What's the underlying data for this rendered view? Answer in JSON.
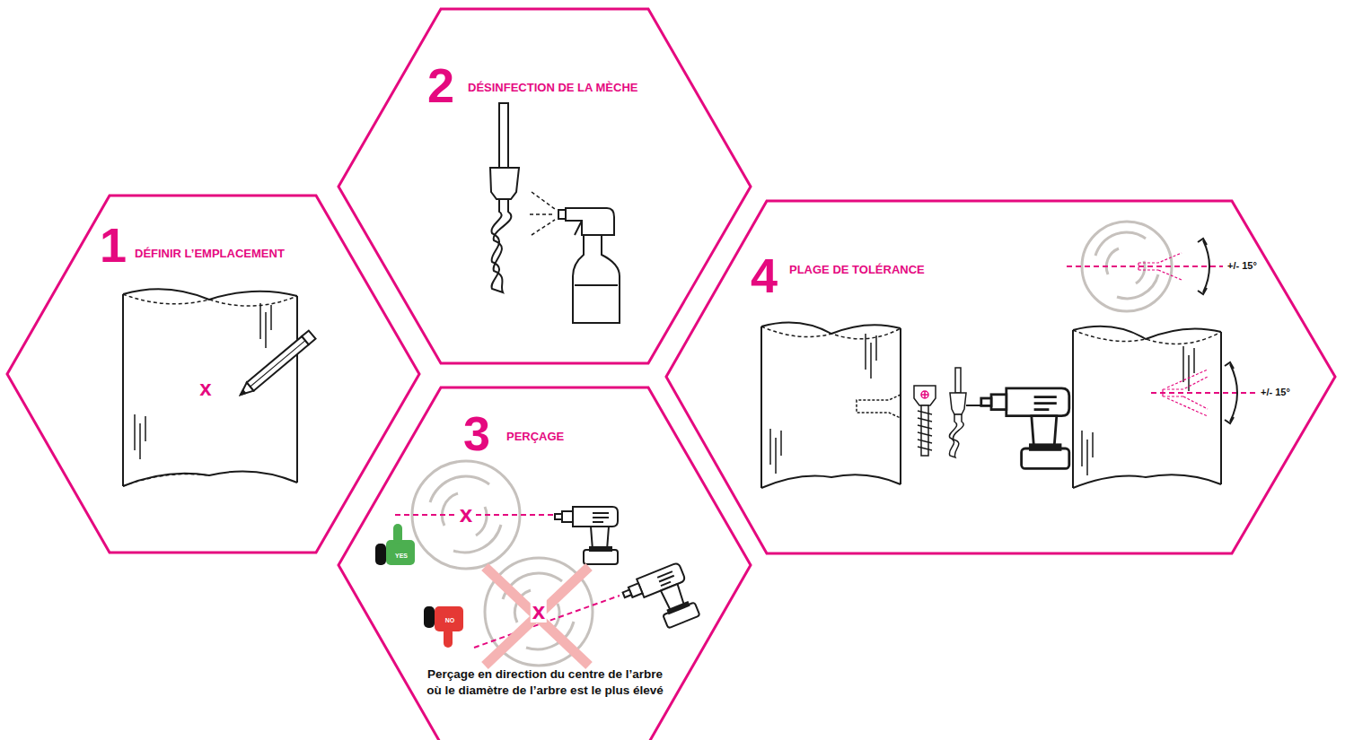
{
  "diagram": {
    "nodes": [
      {
        "text": [
          "1",
          "DÉFINIR L’EMPLACEMENT"
        ]
      },
      {
        "text": [
          "2",
          "DÉSINFECTION DE LA MÈCHE"
        ]
      },
      {
        "text": [
          "3",
          "PERÇAGE",
          "Perçage en direction du centre de l’arbre où le diamètre de l’arbre est le plus élevé"
        ]
      },
      {
        "text": [
          "4",
          "PLAGE DE TOLÉRANCE"
        ]
      }
    ],
    "labels": [
      "x",
      "x",
      "YES",
      "x",
      "NO",
      "+/- 15°",
      "+/- 15°"
    ]
  }
}
